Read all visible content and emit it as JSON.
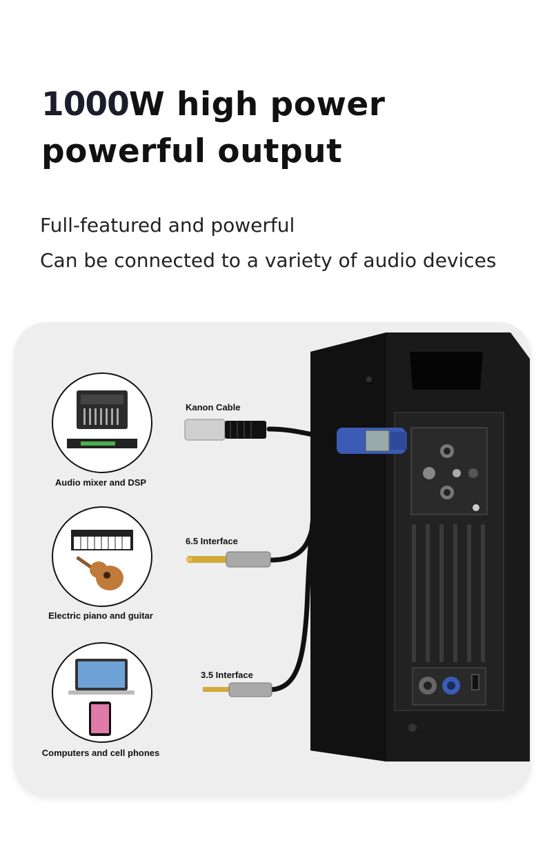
{
  "headline": {
    "line1_number": "1000",
    "line1_rest": "W high power",
    "line2": "powerful output"
  },
  "subtitle": {
    "line1": "Full-featured and powerful",
    "line2": "Can be connected to a variety of audio devices"
  },
  "devices": [
    {
      "label": "Audio mixer and DSP",
      "icon": "mixer-icon"
    },
    {
      "label": "Electric piano and guitar",
      "icon": "piano-guitar-icon"
    },
    {
      "label": "Computers and cell phones",
      "icon": "laptop-phone-icon"
    }
  ],
  "connectors": [
    {
      "label": "Kanon Cable"
    },
    {
      "label": "6.5 Interface"
    },
    {
      "label": "3.5 Interface"
    }
  ],
  "colors": {
    "panel": "#eeeeee",
    "speaker": "#1a1a1a",
    "powercon": "#3b5bb5"
  }
}
